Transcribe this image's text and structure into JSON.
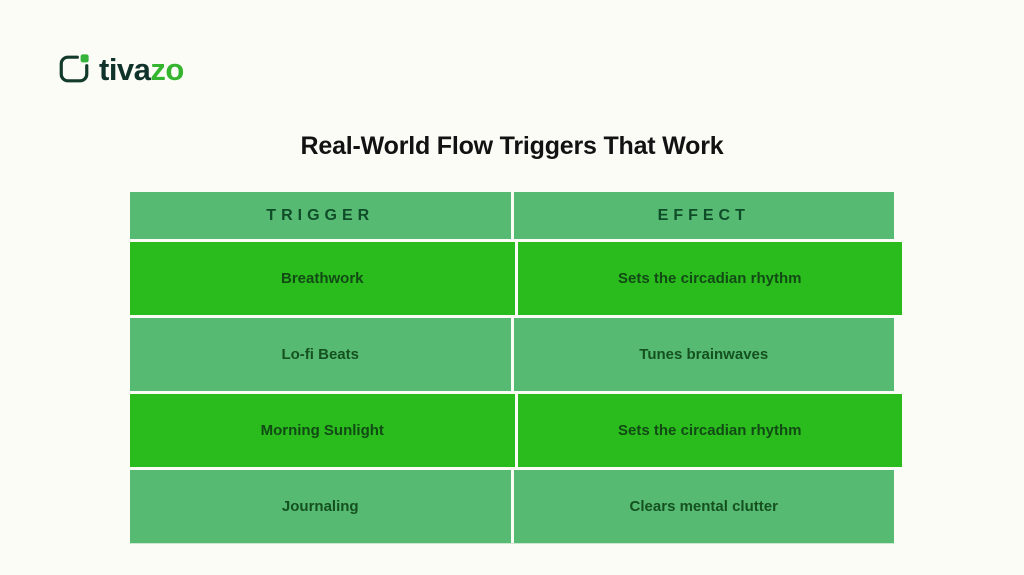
{
  "page": {
    "background_color": "#fcfcf7"
  },
  "logo": {
    "brand_dark": "tiva",
    "brand_accent": "zo",
    "icon": "open-rounded-square-with-green-notch",
    "colors": {
      "icon_outline": "#123b2b",
      "icon_notch": "#35b33b",
      "text_dark": "#0f332a",
      "text_accent": "#35b52f"
    }
  },
  "title": "Real-World Flow Triggers That Work",
  "table": {
    "headers": [
      "TRIGGER",
      "EFFECT"
    ],
    "rows": [
      {
        "trigger": "Breathwork",
        "effect": "Sets the circadian rhythm",
        "highlight": true
      },
      {
        "trigger": "Lo-fi Beats",
        "effect": "Tunes brainwaves",
        "highlight": false
      },
      {
        "trigger": "Morning Sunlight",
        "effect": "Sets the circadian rhythm",
        "highlight": true
      },
      {
        "trigger": "Journaling",
        "effect": "Clears mental clutter",
        "highlight": false
      }
    ],
    "colors": {
      "header_bg": "#57ba73",
      "row_bg": "#57ba73",
      "highlight_row_bg": "#2abc1c",
      "header_text": "#0f4d28",
      "cell_text": "#14511f",
      "separator": "#fcfcf7"
    }
  }
}
